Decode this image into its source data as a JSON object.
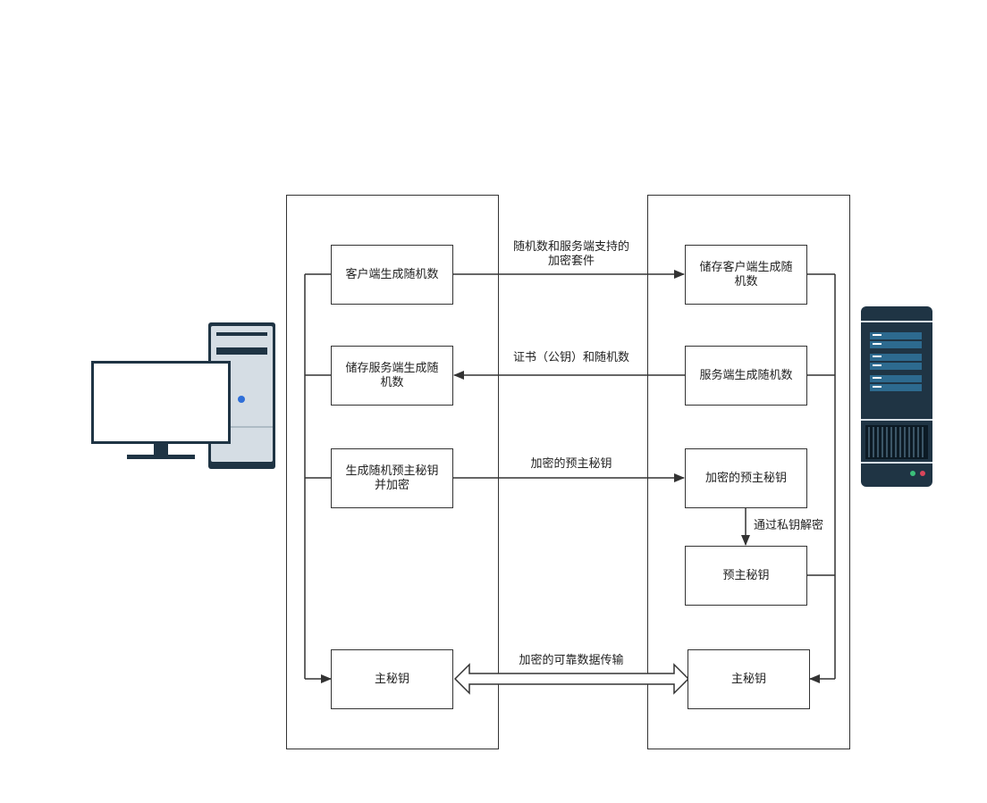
{
  "client": {
    "boxes": {
      "gen_random": "客户端生成随机数",
      "store_server_random": "储存服务端生成随机数",
      "gen_premaster": "生成随机预主秘钥并加密",
      "master_key": "主秘钥"
    }
  },
  "server": {
    "boxes": {
      "store_client_random": "储存客户端生成随机数",
      "gen_random": "服务端生成随机数",
      "encrypted_premaster": "加密的预主秘钥",
      "premaster": "预主秘钥",
      "master_key": "主秘钥"
    }
  },
  "messages": {
    "random_and_suites_line1": "随机数和服务端支持的",
    "random_and_suites_line2": "加密套件",
    "certificate": "证书（公钥）和随机数",
    "encrypted_premaster": "加密的预主秘钥",
    "decrypt_private_key": "通过私钥解密",
    "secure_transfer": "加密的可靠数据传输"
  },
  "icons": {
    "client": "desktop-computer-icon",
    "server": "server-rack-icon"
  },
  "colors": {
    "line": "#333333",
    "device_dark": "#1f3444",
    "device_light": "#d5dde4",
    "server_stripe": "#2d6a8f",
    "led_blue": "#2f6fd8"
  }
}
